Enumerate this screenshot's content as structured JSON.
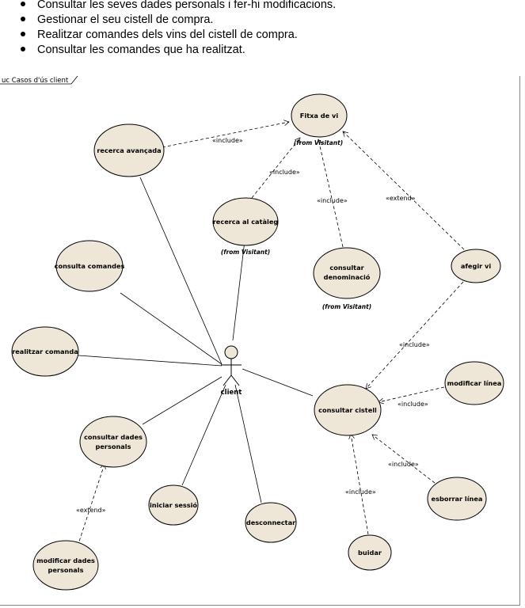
{
  "bullets": [
    "Consultar les seves dades personals i fer-hi modificacions.",
    "Gestionar el seu cistell de compra.",
    "Realitzar comandes dels vins del cistell de compra.",
    "Consultar les comandes que ha realitzat."
  ],
  "diagram": {
    "frame_title": "uc Casos d'ús client",
    "actor": "client",
    "from_visitant": "(from Visitant)",
    "use_cases": {
      "fitxa_de_vi": "Fitxa de vi",
      "recerca_avancada": "recerca avançada",
      "recerca_al_cataleg": "recerca al catàleg",
      "consulta_comandes": "consulta comandes",
      "consultar_denominacio_1": "consultar",
      "consultar_denominacio_2": "denominació",
      "afegir_vi": "afegir vi",
      "realitzar_comanda": "realitzar comanda",
      "modificar_linea": "modificar línea",
      "consultar_cistell": "consultar cistell",
      "consultar_dades_1": "consultar dades",
      "consultar_dades_2": "personals",
      "esborrar_linea": "esborrar línea",
      "iniciar_sessio": "iniciar sessió",
      "desconnectar": "desconnectar",
      "modificar_dades_1": "modificar dades",
      "modificar_dades_2": "personals",
      "buidar": "buidar"
    },
    "stereotypes": {
      "include": "«include»",
      "extend": "«extend»"
    }
  }
}
